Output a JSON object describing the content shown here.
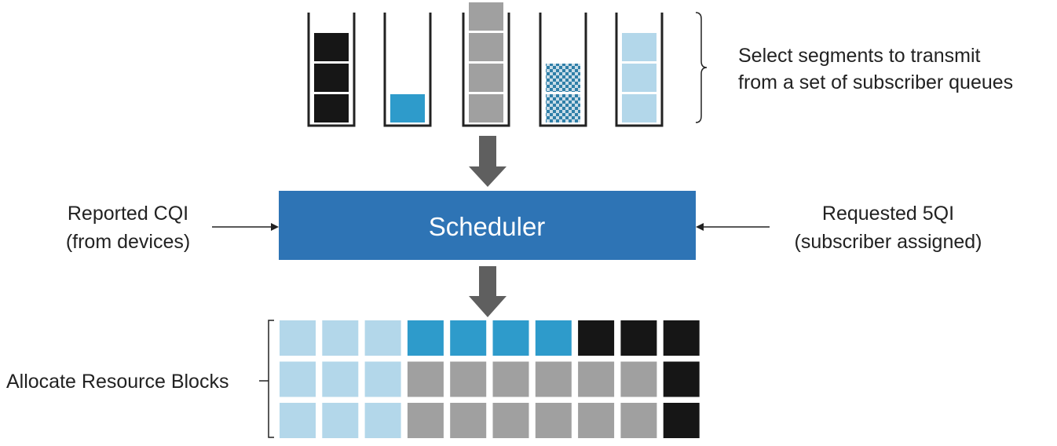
{
  "labels": {
    "queues_line1": "Select segments to transmit",
    "queues_line2": "from a set of subscriber queues",
    "scheduler": "Scheduler",
    "cqi_line1": "Reported CQI",
    "cqi_line2": "(from devices)",
    "qi5_line1": "Requested 5QI",
    "qi5_line2": "(subscriber assigned)",
    "allocate": "Allocate Resource Blocks"
  },
  "colors": {
    "black": "#161616",
    "blue": "#2e9bcb",
    "gray": "#a0a0a0",
    "lightblue": "#b3d7ea",
    "scheduler": "#2e74b5",
    "arrow": "#5f5f5f",
    "line": "#222222"
  },
  "queues": [
    {
      "name": "queue-black",
      "segments": [
        "black",
        "black",
        "black"
      ]
    },
    {
      "name": "queue-blue",
      "segments": [
        "blue"
      ]
    },
    {
      "name": "queue-gray",
      "segments": [
        "gray",
        "gray",
        "gray",
        "gray"
      ],
      "overflow": 1
    },
    {
      "name": "queue-patterned",
      "segments": [
        "pattern",
        "pattern"
      ]
    },
    {
      "name": "queue-lightblue",
      "segments": [
        "lightblue",
        "lightblue",
        "lightblue"
      ]
    }
  ],
  "resource_grid": [
    [
      "lightblue",
      "lightblue",
      "lightblue",
      "blue",
      "blue",
      "blue",
      "blue",
      "black",
      "black",
      "black"
    ],
    [
      "lightblue",
      "lightblue",
      "lightblue",
      "gray",
      "gray",
      "gray",
      "gray",
      "gray",
      "gray",
      "black"
    ],
    [
      "lightblue",
      "lightblue",
      "lightblue",
      "gray",
      "gray",
      "gray",
      "gray",
      "gray",
      "gray",
      "black"
    ]
  ]
}
